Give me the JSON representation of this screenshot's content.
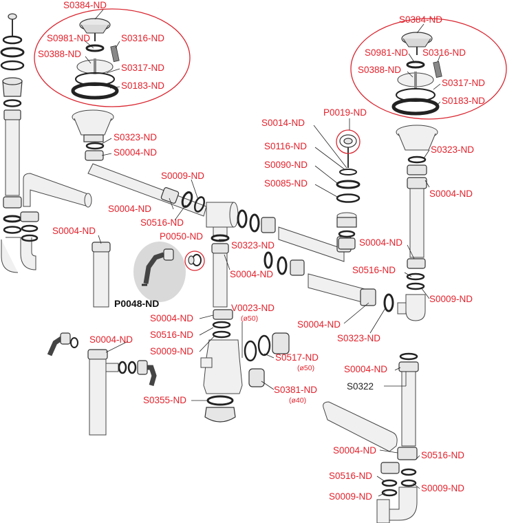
{
  "diagram": {
    "labels": [
      {
        "id": "s0384-left",
        "text": "S0384-ND",
        "style": "red"
      },
      {
        "id": "s0981-left",
        "text": "S0981-ND",
        "style": "red"
      },
      {
        "id": "s0316-left",
        "text": "S0316-ND",
        "style": "red"
      },
      {
        "id": "s0388-left",
        "text": "S0388-ND",
        "style": "red"
      },
      {
        "id": "s0317-left",
        "text": "S0317-ND",
        "style": "red"
      },
      {
        "id": "s0183-left",
        "text": "S0183-ND",
        "style": "red"
      },
      {
        "id": "s0323-top-left",
        "text": "S0323-ND",
        "style": "red"
      },
      {
        "id": "s0004-top-left",
        "text": "S0004-ND",
        "style": "red"
      },
      {
        "id": "s0009-center",
        "text": "S0009-ND",
        "style": "red"
      },
      {
        "id": "s0004-center-left",
        "text": "S0004-ND",
        "style": "red"
      },
      {
        "id": "s0516-center-left",
        "text": "S0516-ND",
        "style": "red"
      },
      {
        "id": "s0004-left-pipe",
        "text": "S0004-ND",
        "style": "red"
      },
      {
        "id": "p0050",
        "text": "P0050-ND",
        "style": "red"
      },
      {
        "id": "s0323-center",
        "text": "S0323-ND",
        "style": "red"
      },
      {
        "id": "s0004-center",
        "text": "S0004-ND",
        "style": "red"
      },
      {
        "id": "p0048",
        "text": "P0048-ND",
        "style": "bold"
      },
      {
        "id": "s0014",
        "text": "S0014-ND",
        "style": "red"
      },
      {
        "id": "p0019",
        "text": "P0019-ND",
        "style": "red"
      },
      {
        "id": "s0116",
        "text": "S0116-ND",
        "style": "red"
      },
      {
        "id": "s0090",
        "text": "S0090-ND",
        "style": "red"
      },
      {
        "id": "s0085",
        "text": "S0085-ND",
        "style": "red"
      },
      {
        "id": "s0384-right",
        "text": "S0384-ND",
        "style": "red"
      },
      {
        "id": "s0981-right",
        "text": "S0981-ND",
        "style": "red"
      },
      {
        "id": "s0316-right",
        "text": "S0316-ND",
        "style": "red"
      },
      {
        "id": "s0388-right",
        "text": "S0388-ND",
        "style": "red"
      },
      {
        "id": "s0317-right",
        "text": "S0317-ND",
        "style": "red"
      },
      {
        "id": "s0183-right",
        "text": "S0183-ND",
        "style": "red"
      },
      {
        "id": "s0323-right",
        "text": "S0323-ND",
        "style": "red"
      },
      {
        "id": "s0004-right",
        "text": "S0004-ND",
        "style": "red"
      },
      {
        "id": "s0004-right-mid",
        "text": "S0004-ND",
        "style": "red"
      },
      {
        "id": "s0516-right-mid",
        "text": "S0516-ND",
        "style": "red"
      },
      {
        "id": "s0009-right-mid",
        "text": "S0009-ND",
        "style": "red"
      },
      {
        "id": "s0004-mid",
        "text": "S0004-ND",
        "style": "red"
      },
      {
        "id": "s0323-mid",
        "text": "S0323-ND",
        "style": "red"
      },
      {
        "id": "s0004-mid-center",
        "text": "S0004-ND",
        "style": "red"
      },
      {
        "id": "v0023",
        "text": "V0023-ND",
        "style": "red"
      },
      {
        "id": "v0023-size",
        "text": "(ø50)",
        "style": "note"
      },
      {
        "id": "s0516-mid-center",
        "text": "S0516-ND",
        "style": "red"
      },
      {
        "id": "s0009-mid-center",
        "text": "S0009-ND",
        "style": "red"
      },
      {
        "id": "s0004-lower-left",
        "text": "S0004-ND",
        "style": "red"
      },
      {
        "id": "s0517",
        "text": "S0517-ND",
        "style": "red"
      },
      {
        "id": "s0517-size",
        "text": "(ø50)",
        "style": "note"
      },
      {
        "id": "s0381",
        "text": "S0381-ND",
        "style": "red"
      },
      {
        "id": "s0381-size",
        "text": "(ø40)",
        "style": "note"
      },
      {
        "id": "s0355",
        "text": "S0355-ND",
        "style": "red"
      },
      {
        "id": "s0004-lower-right",
        "text": "S0004-ND",
        "style": "red"
      },
      {
        "id": "s0322",
        "text": "S0322",
        "style": "dark"
      },
      {
        "id": "s0004-bottom",
        "text": "S0004-ND",
        "style": "red"
      },
      {
        "id": "s0516-bottom-right",
        "text": "S0516-ND",
        "style": "red"
      },
      {
        "id": "s0516-bottom-left",
        "text": "S0516-ND",
        "style": "red"
      },
      {
        "id": "s0009-bottom-right",
        "text": "S0009-ND",
        "style": "red"
      },
      {
        "id": "s0009-bottom-left",
        "text": "S0009-ND",
        "style": "red"
      }
    ],
    "colors": {
      "label": "#e3212b",
      "callout": "#d9252f",
      "line": "#222222",
      "part_fill": "#f0f0f0",
      "highlight_blob": "#d9d9d9"
    }
  }
}
